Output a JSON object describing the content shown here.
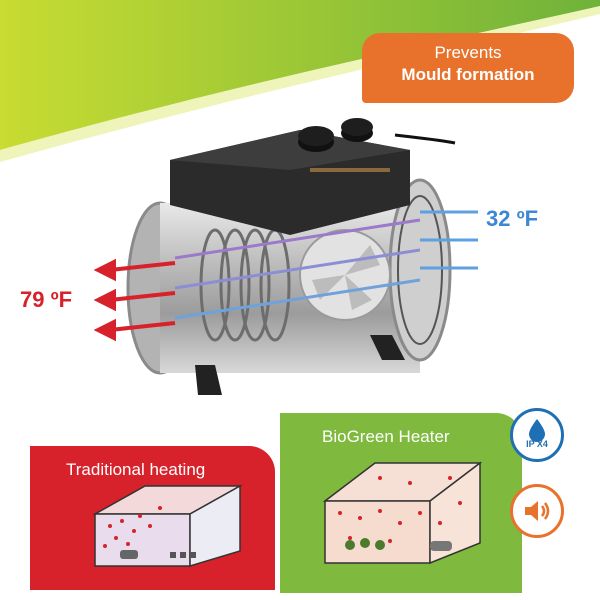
{
  "badge": {
    "line1": "Prevents",
    "line2": "Mould formation"
  },
  "temps": {
    "cold": "32 ºF",
    "hot": "79 ºF"
  },
  "panels": {
    "traditional": "Traditional heating",
    "biogreen": "BioGreen Heater"
  },
  "icons": {
    "ip_label": "IP X4",
    "water": "water-drop-icon",
    "sound": "speaker-icon"
  },
  "colors": {
    "orange": "#e8722c",
    "red": "#d8222b",
    "green": "#7fb93d",
    "blue": "#3d87d4",
    "lime": "#8cc63f"
  }
}
